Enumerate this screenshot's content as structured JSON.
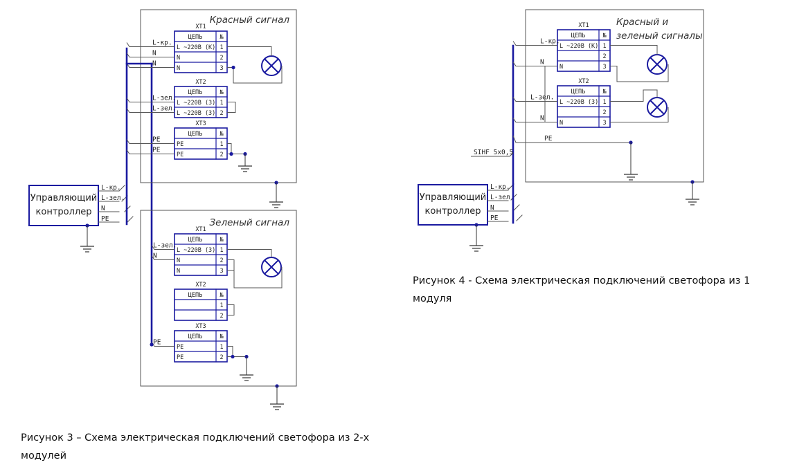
{
  "colors": {
    "wire": "#1a1aa0",
    "line": "#555555",
    "node": "#1a1aa0",
    "ground": "#333333"
  },
  "controller_label_1": "Управляющий",
  "controller_label_2": "контроллер",
  "controller_outputs": [
    "L-кр.",
    "L-зел.",
    "N",
    "PE"
  ],
  "table_header": {
    "circuit": "ЦЕПЬ",
    "num": "№"
  },
  "figure3": {
    "red_module": {
      "title": "Красный сигнал",
      "blocks": [
        {
          "name": "XT1",
          "rows": [
            {
              "circuit": "L ~220В (К)",
              "num": "1",
              "wire": "L-кр."
            },
            {
              "circuit": "N",
              "num": "2",
              "wire": "N"
            },
            {
              "circuit": "N",
              "num": "3",
              "wire": "N"
            }
          ]
        },
        {
          "name": "XT2",
          "rows": [
            {
              "circuit": "L ~220В (З)",
              "num": "1",
              "wire": "L-зел."
            },
            {
              "circuit": "L ~220В (З)",
              "num": "2",
              "wire": "L-зел."
            }
          ]
        },
        {
          "name": "XT3",
          "rows": [
            {
              "circuit": "PE",
              "num": "1",
              "wire": "PE"
            },
            {
              "circuit": "PE",
              "num": "2",
              "wire": "PE"
            }
          ]
        }
      ]
    },
    "green_module": {
      "title": "Зеленый сигнал",
      "blocks": [
        {
          "name": "XT1",
          "rows": [
            {
              "circuit": "L ~220В (З)",
              "num": "1",
              "wire": "L-зел."
            },
            {
              "circuit": "N",
              "num": "2",
              "wire": "N"
            },
            {
              "circuit": "N",
              "num": "3",
              "wire": ""
            }
          ]
        },
        {
          "name": "XT2",
          "rows": [
            {
              "circuit": "",
              "num": "1",
              "wire": ""
            },
            {
              "circuit": "",
              "num": "2",
              "wire": ""
            }
          ]
        },
        {
          "name": "XT3",
          "rows": [
            {
              "circuit": "PE",
              "num": "1",
              "wire": "PE"
            },
            {
              "circuit": "PE",
              "num": "2",
              "wire": ""
            }
          ]
        }
      ]
    },
    "caption": "Рисунок 3 – Схема электрическая подключений светофора из 2-х модулей"
  },
  "figure4": {
    "module": {
      "title_1": "Красный и",
      "title_2": "зеленый сигналы",
      "blocks": [
        {
          "name": "XT1",
          "rows": [
            {
              "circuit": "L ~220В (К)",
              "num": "1",
              "wire": "L-кр."
            },
            {
              "circuit": "",
              "num": "2",
              "wire": ""
            },
            {
              "circuit": "N",
              "num": "3",
              "wire": "N"
            }
          ]
        },
        {
          "name": "XT2",
          "rows": [
            {
              "circuit": "L ~220В (З)",
              "num": "1",
              "wire": "L-зел."
            },
            {
              "circuit": "",
              "num": "2",
              "wire": ""
            },
            {
              "circuit": "N",
              "num": "3",
              "wire": "N"
            }
          ]
        }
      ],
      "pe_label": "PE"
    },
    "cable_label": "SIHF 5x0,5",
    "caption": "Рисунок 4 - Схема электрическая подключений светофора из 1 модуля"
  }
}
